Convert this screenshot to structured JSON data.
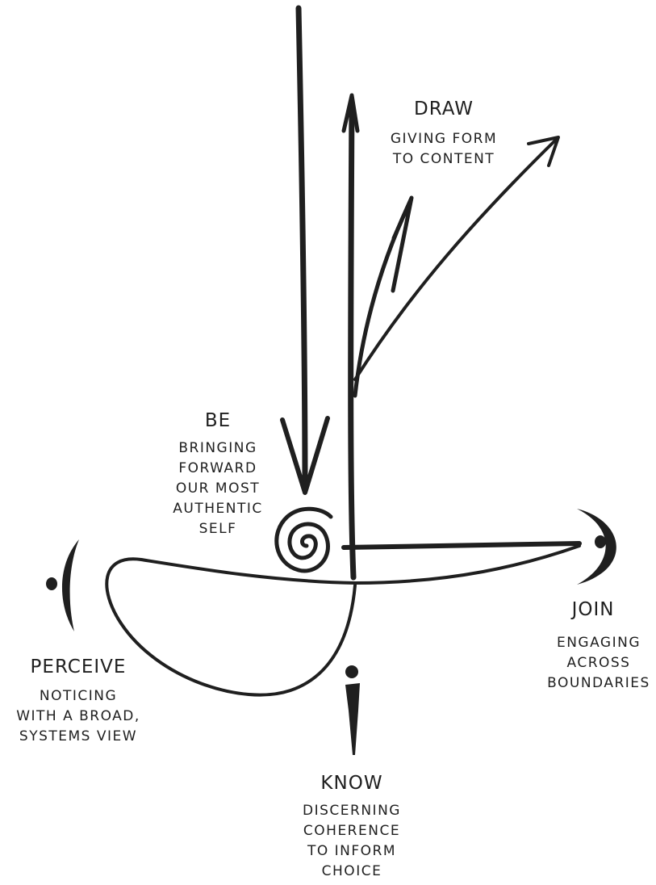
{
  "colors": {
    "ink": "#1f1f1f",
    "background": "#ffffff"
  },
  "draw": {
    "title": "DRAW",
    "line1": "GIVING FORM",
    "line2": "TO CONTENT"
  },
  "be": {
    "title": "BE",
    "line1": "BRINGING",
    "line2": "FORWARD",
    "line3": "OUR MOST",
    "line4": "AUTHENTIC",
    "line5": "SELF"
  },
  "perceive": {
    "title": "PERCEIVE",
    "line1": "NOTICING",
    "line2": "WITH A BROAD,",
    "line3": "SYSTEMS VIEW"
  },
  "join": {
    "title": "JOIN",
    "line1": "ENGAGING",
    "line2": "ACROSS",
    "line3": "BOUNDARIES"
  },
  "know": {
    "title": "KNOW",
    "line1": "DISCERNING",
    "line2": "COHERENCE",
    "line3": "TO INFORM",
    "line4": "CHOICE"
  }
}
